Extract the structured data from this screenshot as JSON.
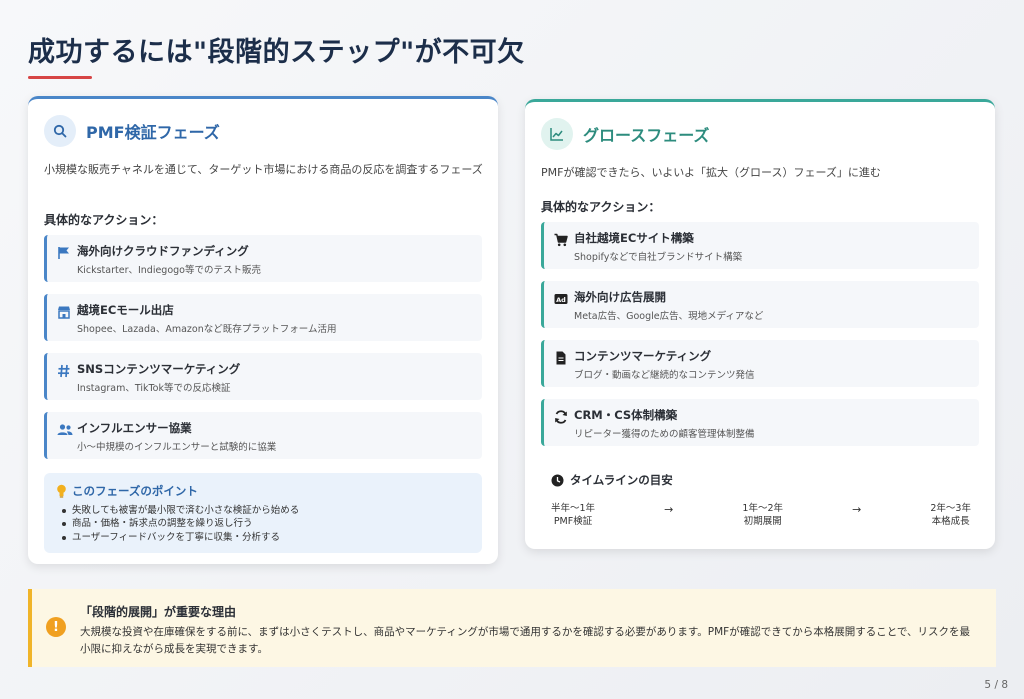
{
  "page": {
    "title": "成功するには\"段階的ステップ\"が不可欠",
    "page_number": "5 / 8"
  },
  "pmf": {
    "title": "PMF検証フェーズ",
    "description": "小規模な販売チャネルを通じて、ターゲット市場における商品の反応を調査するフェーズ",
    "actions_heading": "具体的なアクション：",
    "actions": [
      {
        "title": "海外向けクラウドファンディング",
        "sub": "Kickstarter、Indiegogo等でのテスト販売",
        "icon": "flag-icon"
      },
      {
        "title": "越境ECモール出店",
        "sub": "Shopee、Lazada、Amazonなど既存プラットフォーム活用",
        "icon": "store-icon"
      },
      {
        "title": "SNSコンテンツマーケティング",
        "sub": "Instagram、TikTok等での反応検証",
        "icon": "hashtag-icon"
      },
      {
        "title": "インフルエンサー協業",
        "sub": "小〜中規模のインフルエンサーと試験的に協業",
        "icon": "users-icon"
      }
    ],
    "point_title": "このフェーズのポイント",
    "points": [
      "失敗しても被害が最小限で済む小さな検証から始める",
      "商品・価格・訴求点の調整を繰り返し行う",
      "ユーザーフィードバックを丁寧に収集・分析する"
    ],
    "accent": "#4a86c8"
  },
  "growth": {
    "title": "グロースフェーズ",
    "description": "PMFが確認できたら、いよいよ「拡大（グロース）フェーズ」に進む",
    "actions_heading": "具体的なアクション：",
    "actions": [
      {
        "title": "自社越境ECサイト構築",
        "sub": "Shopifyなどで自社ブランドサイト構築",
        "icon": "cart-icon"
      },
      {
        "title": "海外向け広告展開",
        "sub": "Meta広告、Google広告、現地メディアなど",
        "icon": "ad-icon"
      },
      {
        "title": "コンテンツマーケティング",
        "sub": "ブログ・動画など継続的なコンテンツ発信",
        "icon": "document-icon"
      },
      {
        "title": "CRM・CS体制構築",
        "sub": "リピーター獲得のための顧客管理体制整備",
        "icon": "sync-icon"
      }
    ],
    "timeline_title": "タイムラインの目安",
    "timeline": [
      {
        "period": "半年〜1年",
        "label": "PMF検証"
      },
      {
        "period": "1年〜2年",
        "label": "初期展開"
      },
      {
        "period": "2年〜3年",
        "label": "本格成長"
      }
    ],
    "arrow": "→",
    "accent": "#3aa89a"
  },
  "note": {
    "title": "「段階的展開」が重要な理由",
    "body": "大規模な投資や在庫確保をする前に、まずは小さくテストし、商品やマーケティングが市場で通用するかを確認する必要があります。PMFが確認できてから本格展開することで、リスクを最小限に抑えながら成長を実現できます。",
    "icon_text": "!",
    "accent": "#f0b429"
  }
}
